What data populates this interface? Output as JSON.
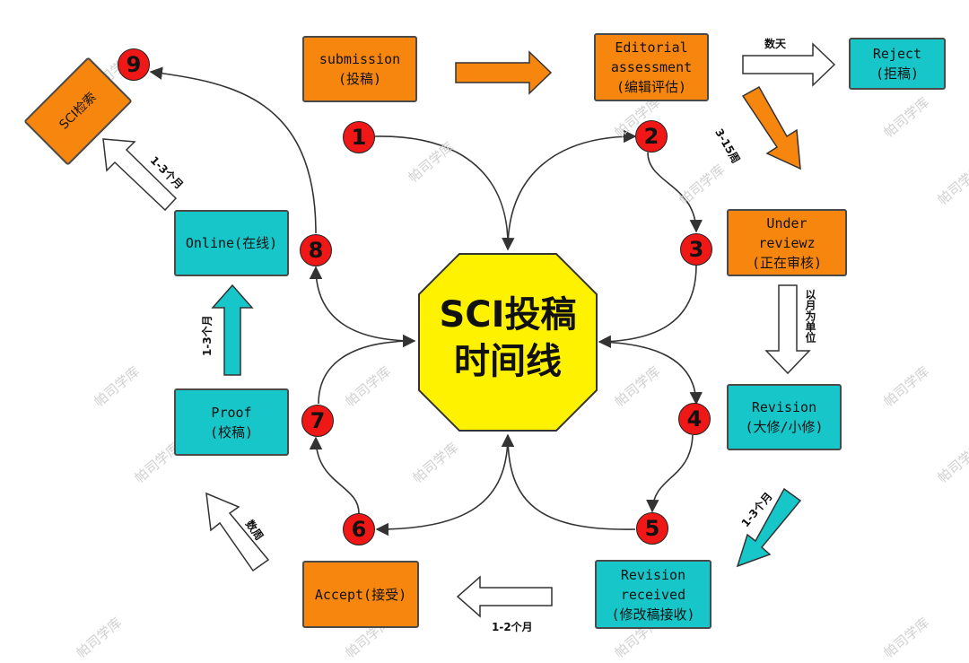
{
  "center": {
    "line1": "SCI投稿",
    "line2": "时间线"
  },
  "boxes": {
    "submission": {
      "line1": "submission",
      "line2": "(投稿)"
    },
    "editorial": {
      "line1": "Editorial",
      "line2": "assessment",
      "line3": "(编辑评估)"
    },
    "reject": {
      "line1": "Reject",
      "line2": "(拒稿)"
    },
    "under_review": {
      "line1": "Under",
      "line2": "reviewz",
      "line3": "(正在审核)"
    },
    "revision": {
      "line1": "Revision",
      "line2": "(大修/小修)"
    },
    "revision_received": {
      "line1": "Revision",
      "line2": "received",
      "line3": "(修改稿接收)"
    },
    "accept": {
      "line1": "Accept(接受)"
    },
    "proof": {
      "line1": "Proof",
      "line2": "(校稿)"
    },
    "online": {
      "line1": "Online(在线)"
    },
    "sci_index": {
      "line1": "SCI检索"
    }
  },
  "badges": [
    "1",
    "2",
    "3",
    "4",
    "5",
    "6",
    "7",
    "8",
    "9"
  ],
  "labels": {
    "days": "数天",
    "weeks_3_15": "3-15周",
    "monthly": "以月为单位",
    "months_1_3_a": "1-3个月",
    "months_1_2": "1-2个月",
    "weeks": "数周",
    "months_1_3_b": "1-3个月",
    "months_1_3_c": "1-3个月"
  },
  "watermark": "帕司学库",
  "colors": {
    "orange": "#f7860f",
    "teal": "#17c6c9",
    "center": "#fff200",
    "badge": "#f01717",
    "arrow": "#333333"
  }
}
